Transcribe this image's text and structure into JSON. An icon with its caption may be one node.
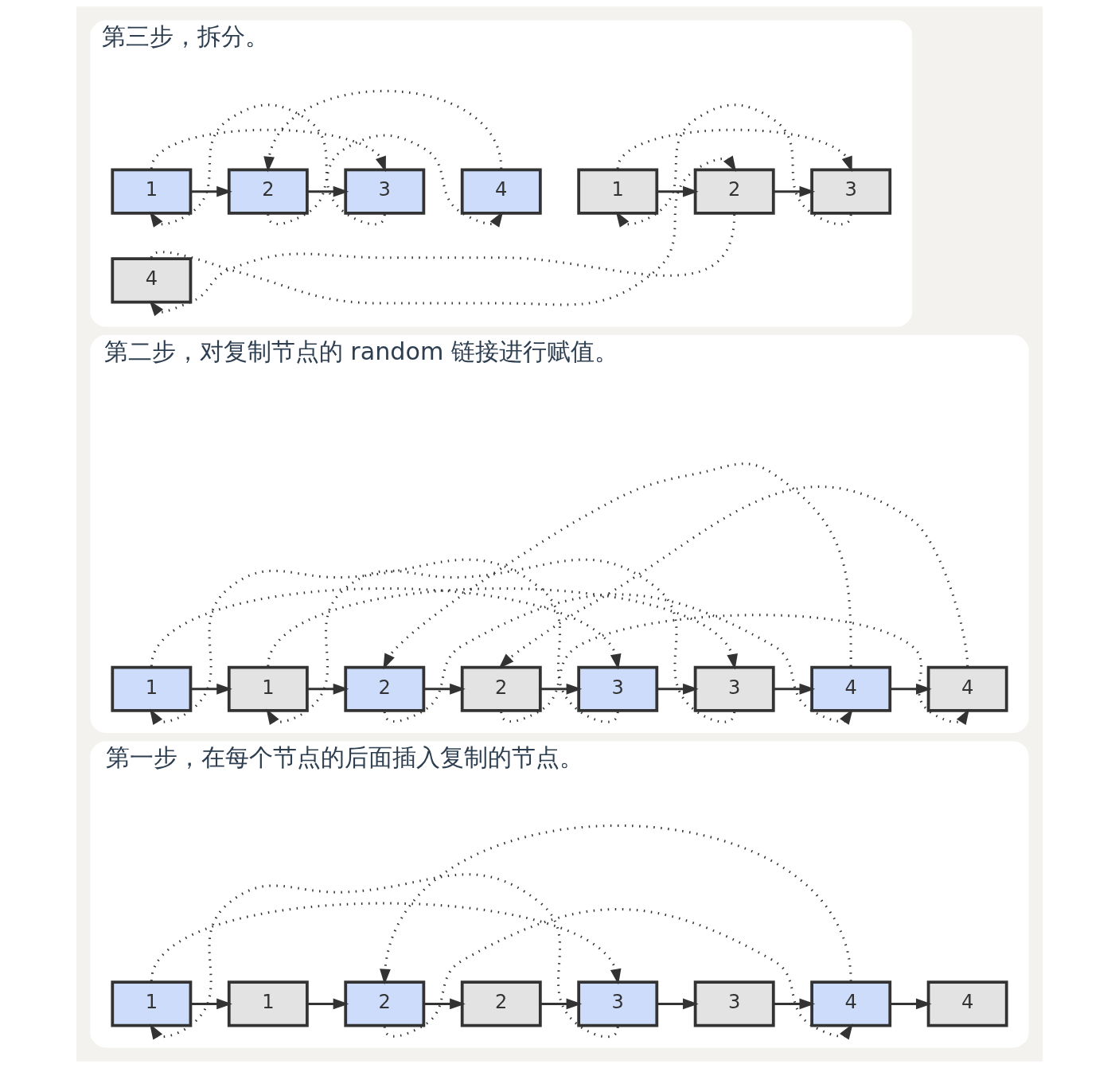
{
  "diagram": {
    "nodes": [
      {
        "text": [
          "第一步，在每个节点的后面插入复制的节点。"
        ]
      },
      {
        "text": [
          "1"
        ],
        "in": 0
      },
      {
        "text": [
          "1"
        ],
        "in": 0
      },
      {
        "text": [
          "2"
        ],
        "in": 0
      },
      {
        "text": [
          "2"
        ],
        "in": 0
      },
      {
        "text": [
          "3"
        ],
        "in": 0
      },
      {
        "text": [
          "3"
        ],
        "in": 0
      },
      {
        "text": [
          "4"
        ],
        "in": 0
      },
      {
        "text": [
          "4"
        ],
        "in": 0
      },
      {
        "text": [
          "第二步，对复制节点的 random 链接进行赋值。"
        ]
      },
      {
        "text": [
          "1"
        ],
        "in": 9
      },
      {
        "text": [
          "1"
        ],
        "in": 9
      },
      {
        "text": [
          "2"
        ],
        "in": 9
      },
      {
        "text": [
          "2"
        ],
        "in": 9
      },
      {
        "text": [
          "3"
        ],
        "in": 9
      },
      {
        "text": [
          "3"
        ],
        "in": 9
      },
      {
        "text": [
          "4"
        ],
        "in": 9
      },
      {
        "text": [
          "4"
        ],
        "in": 9
      },
      {
        "text": [
          "第三步，拆分。"
        ]
      },
      {
        "text": [
          "1"
        ],
        "in": 18
      },
      {
        "text": [
          "2"
        ],
        "in": 18
      },
      {
        "text": [
          "3"
        ],
        "in": 18
      },
      {
        "text": [
          "4"
        ],
        "in": 18
      },
      {
        "text": [
          "1"
        ],
        "in": 18
      },
      {
        "text": [
          "2"
        ],
        "in": 18
      },
      {
        "text": [
          "3"
        ],
        "in": 18
      },
      {
        "text": [
          "4"
        ],
        "in": 18
      }
    ],
    "edges": [
      {
        "from": 1,
        "to": 2,
        "arrow": "to"
      },
      {
        "from": 2,
        "to": 3,
        "arrow": "to"
      },
      {
        "from": 3,
        "to": 4,
        "arrow": "to"
      },
      {
        "from": 4,
        "to": 5,
        "arrow": "to"
      },
      {
        "from": 5,
        "to": 6,
        "arrow": "to"
      },
      {
        "from": 6,
        "to": 7,
        "arrow": "to"
      },
      {
        "from": 7,
        "to": 8,
        "arrow": "to"
      },
      {
        "from": 1,
        "to": 5,
        "arrow": "to",
        "style": "dashed"
      },
      {
        "from": 7,
        "to": 3,
        "arrow": "to",
        "style": "dashed"
      },
      {
        "from": 3,
        "to": 7,
        "arrow": "to",
        "style": "dashed"
      },
      {
        "from": 5,
        "to": 1,
        "arrow": "to",
        "style": "dashed"
      },
      {
        "from": 10,
        "to": 11,
        "arrow": "to"
      },
      {
        "from": 11,
        "to": 12,
        "arrow": "to"
      },
      {
        "from": 12,
        "to": 13,
        "arrow": "to"
      },
      {
        "from": 13,
        "to": 14,
        "arrow": "to"
      },
      {
        "from": 14,
        "to": 15,
        "arrow": "to"
      },
      {
        "from": 15,
        "to": 16,
        "arrow": "to"
      },
      {
        "from": 16,
        "to": 17,
        "arrow": "to"
      },
      {
        "from": 10,
        "to": 14,
        "arrow": "to",
        "style": "dashed"
      },
      {
        "from": 11,
        "to": 15,
        "arrow": "to",
        "style": "dashed"
      },
      {
        "from": 16,
        "to": 12,
        "arrow": "to",
        "style": "dashed"
      },
      {
        "from": 17,
        "to": 13,
        "arrow": "to",
        "style": "dashed"
      },
      {
        "from": 12,
        "to": 16,
        "arrow": "to",
        "style": "dashed"
      },
      {
        "from": 13,
        "to": 17,
        "arrow": "to",
        "style": "dashed"
      },
      {
        "from": 14,
        "to": 10,
        "arrow": "to",
        "style": "dashed"
      },
      {
        "from": 15,
        "to": 11,
        "arrow": "to",
        "style": "dashed"
      },
      {
        "from": 19,
        "to": 20,
        "arrow": "to"
      },
      {
        "from": 20,
        "to": 21,
        "arrow": "to"
      },
      {
        "from": 19,
        "to": 21,
        "arrow": "to",
        "style": "dashed"
      },
      {
        "from": 22,
        "to": 20,
        "arrow": "to",
        "style": "dashed"
      },
      {
        "from": 20,
        "to": 22,
        "arrow": "to",
        "style": "dashed"
      },
      {
        "from": 21,
        "to": 19,
        "arrow": "to",
        "style": "dashed"
      },
      {
        "from": 23,
        "to": 24,
        "arrow": "to"
      },
      {
        "from": 24,
        "to": 25,
        "arrow": "to"
      },
      {
        "from": 23,
        "to": 25,
        "arrow": "to",
        "style": "dashed"
      },
      {
        "from": 26,
        "to": 24,
        "arrow": "to",
        "style": "dashed"
      },
      {
        "from": 24,
        "to": 26,
        "arrow": "to",
        "style": "dashed"
      },
      {
        "from": 25,
        "to": 23,
        "arrow": "to",
        "style": "dashed"
      }
    ]
  }
}
